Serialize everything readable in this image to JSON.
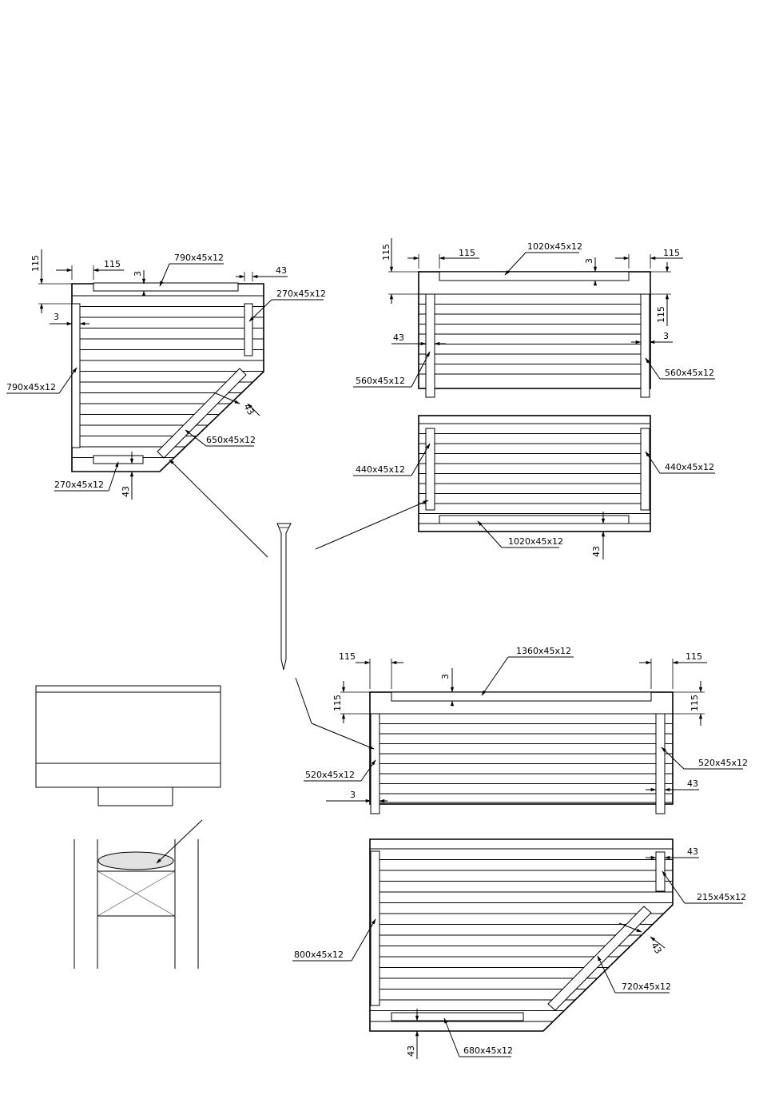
{
  "panel_a": {
    "dim_offset": "115",
    "dim_top_left": "115",
    "dim_gap": "3",
    "top_board": "790x45x12",
    "dim_width_right": "43",
    "right_board": "270x45x12",
    "dim_left_gap": "3",
    "left_board": "790x45x12",
    "dim_diag": "43",
    "diag_board": "650x45x12",
    "bottom_board": "270x45x12",
    "dim_bottom": "43"
  },
  "panel_b": {
    "dim_offset": "115",
    "dim_left": "115",
    "top_board": "1020x45x12",
    "dim_gap": "3",
    "dim_right": "115",
    "dim_right_vert": "115",
    "dim_left_width": "43",
    "dim_right_gap": "3",
    "left_board": "560x45x12",
    "right_board": "560x45x12"
  },
  "panel_c": {
    "left_board": "440x45x12",
    "right_board": "440x45x12",
    "bottom_board": "1020x45x12",
    "dim_bottom": "43"
  },
  "panel_d": {
    "dim_left": "115",
    "top_board": "1360x45x12",
    "dim_right": "115",
    "dim_gap": "3",
    "dim_left_vert": "115",
    "dim_right_vert": "115",
    "right_board": "520x45x12",
    "left_board": "520x45x12",
    "dim_right_width": "43",
    "dim_left_gap": "3"
  },
  "panel_e": {
    "dim_right_width": "43",
    "right_board": "215x45x12",
    "dim_diag": "43",
    "left_board": "800x45x12",
    "diag_board": "720x45x12",
    "dim_bottom": "43",
    "bottom_board": "680x45x12"
  }
}
